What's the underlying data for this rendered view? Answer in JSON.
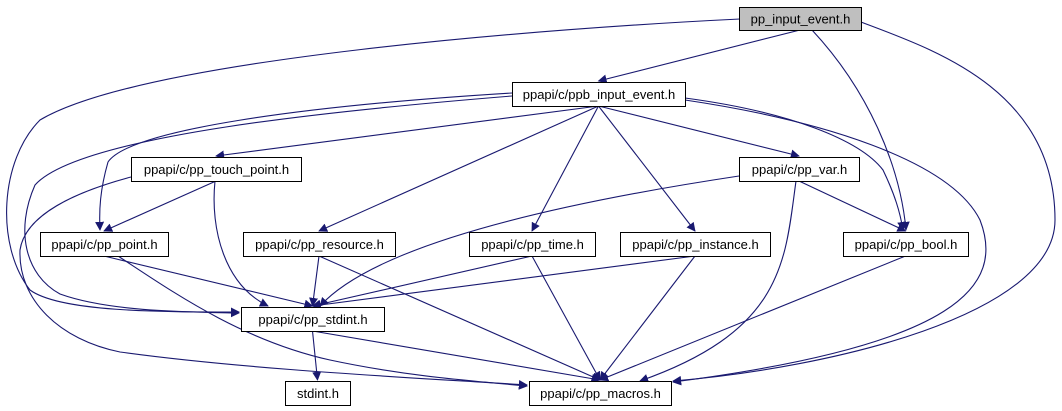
{
  "colors": {
    "edge": "#191970",
    "root_fill": "#bfbfbf",
    "node_fill": "#ffffff",
    "node_border": "#000000",
    "external_border": "#bfbfbf",
    "external_text": "#808080"
  },
  "nodes": [
    {
      "id": "pp_input_event",
      "label": "pp_input_event.h",
      "kind": "root"
    },
    {
      "id": "ppb_input_event",
      "label": "ppapi/c/ppb_input_event.h",
      "kind": "normal"
    },
    {
      "id": "pp_touch_point",
      "label": "ppapi/c/pp_touch_point.h",
      "kind": "normal"
    },
    {
      "id": "pp_var",
      "label": "ppapi/c/pp_var.h",
      "kind": "normal"
    },
    {
      "id": "pp_point",
      "label": "ppapi/c/pp_point.h",
      "kind": "normal"
    },
    {
      "id": "pp_resource",
      "label": "ppapi/c/pp_resource.h",
      "kind": "normal"
    },
    {
      "id": "pp_time",
      "label": "ppapi/c/pp_time.h",
      "kind": "normal"
    },
    {
      "id": "pp_instance",
      "label": "ppapi/c/pp_instance.h",
      "kind": "normal"
    },
    {
      "id": "pp_bool",
      "label": "ppapi/c/pp_bool.h",
      "kind": "normal"
    },
    {
      "id": "pp_stdint",
      "label": "ppapi/c/pp_stdint.h",
      "kind": "normal"
    },
    {
      "id": "stdint",
      "label": "stdint.h",
      "kind": "external"
    },
    {
      "id": "pp_macros",
      "label": "ppapi/c/pp_macros.h",
      "kind": "normal"
    }
  ],
  "edges": [
    {
      "from": "pp_input_event",
      "to": "ppb_input_event"
    },
    {
      "from": "pp_input_event",
      "to": "pp_bool"
    },
    {
      "from": "pp_input_event",
      "to": "pp_stdint"
    },
    {
      "from": "pp_input_event",
      "to": "pp_macros"
    },
    {
      "from": "ppb_input_event",
      "to": "pp_touch_point"
    },
    {
      "from": "ppb_input_event",
      "to": "pp_point"
    },
    {
      "from": "ppb_input_event",
      "to": "pp_resource"
    },
    {
      "from": "ppb_input_event",
      "to": "pp_time"
    },
    {
      "from": "ppb_input_event",
      "to": "pp_instance"
    },
    {
      "from": "ppb_input_event",
      "to": "pp_var"
    },
    {
      "from": "ppb_input_event",
      "to": "pp_bool"
    },
    {
      "from": "ppb_input_event",
      "to": "pp_stdint"
    },
    {
      "from": "ppb_input_event",
      "to": "pp_macros"
    },
    {
      "from": "pp_touch_point",
      "to": "pp_point"
    },
    {
      "from": "pp_touch_point",
      "to": "pp_stdint"
    },
    {
      "from": "pp_touch_point",
      "to": "pp_macros"
    },
    {
      "from": "pp_var",
      "to": "pp_bool"
    },
    {
      "from": "pp_var",
      "to": "pp_stdint"
    },
    {
      "from": "pp_var",
      "to": "pp_macros"
    },
    {
      "from": "pp_point",
      "to": "pp_stdint"
    },
    {
      "from": "pp_point",
      "to": "pp_macros"
    },
    {
      "from": "pp_resource",
      "to": "pp_stdint"
    },
    {
      "from": "pp_resource",
      "to": "pp_macros"
    },
    {
      "from": "pp_time",
      "to": "pp_stdint"
    },
    {
      "from": "pp_time",
      "to": "pp_macros"
    },
    {
      "from": "pp_instance",
      "to": "pp_stdint"
    },
    {
      "from": "pp_instance",
      "to": "pp_macros"
    },
    {
      "from": "pp_bool",
      "to": "pp_macros"
    },
    {
      "from": "pp_stdint",
      "to": "stdint"
    },
    {
      "from": "pp_stdint",
      "to": "pp_macros"
    }
  ]
}
